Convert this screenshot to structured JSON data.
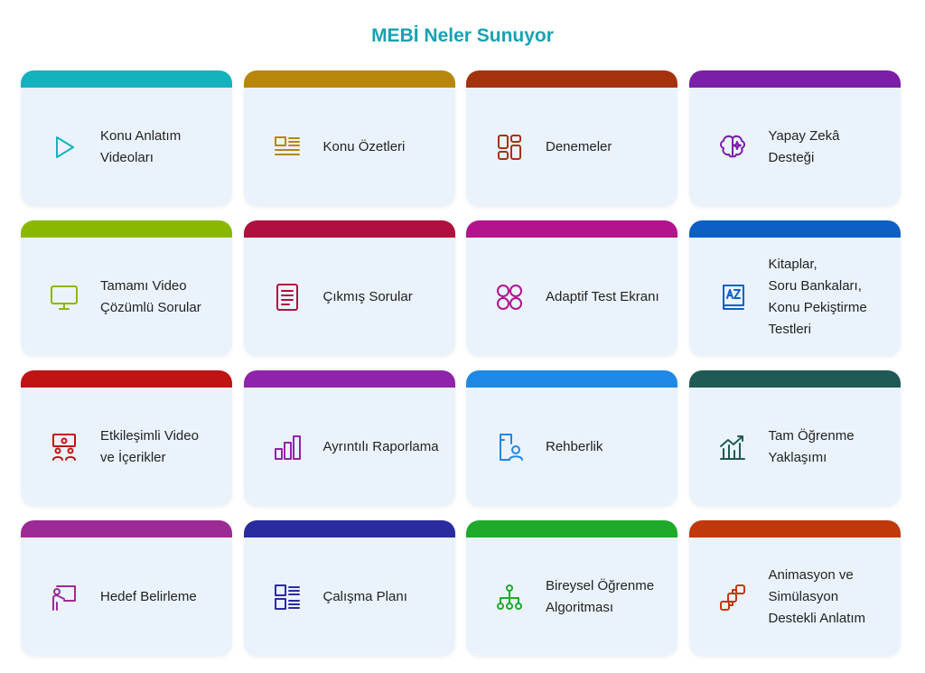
{
  "title": "MEBİ Neler Sunuyor",
  "cards": [
    {
      "label": "Konu Anlatım\nVideoları",
      "color": "#13b2bd",
      "icon": "play-icon"
    },
    {
      "label": "Konu Özetleri",
      "color": "#b8860b",
      "icon": "summary-icon"
    },
    {
      "label": "Denemeler",
      "color": "#a5320f",
      "icon": "dashboard-icon"
    },
    {
      "label": "Yapay Zekâ\nDesteği",
      "color": "#7a1fa6",
      "icon": "brain-icon"
    },
    {
      "label": "Tamamı Video\nÇözümlü Sorular",
      "color": "#8ab800",
      "icon": "monitor-icon"
    },
    {
      "label": "Çıkmış Sorular",
      "color": "#b0103f",
      "icon": "document-icon"
    },
    {
      "label": "Adaptif Test Ekranı",
      "color": "#b3138f",
      "icon": "circles-icon"
    },
    {
      "label": "Kitaplar,\nSoru Bankaları,\nKonu Pekiştirme\nTestleri",
      "color": "#0c60c4",
      "icon": "dictionary-icon"
    },
    {
      "label": "Etkileşimli Video\nve İçerikler",
      "color": "#c01414",
      "icon": "presentation-icon"
    },
    {
      "label": "Ayrıntılı Raporlama",
      "color": "#8e24aa",
      "icon": "bar-chart-icon"
    },
    {
      "label": "Rehberlik",
      "color": "#1e88e5",
      "icon": "guidance-icon"
    },
    {
      "label": "Tam Öğrenme\nYaklaşımı",
      "color": "#1f5a55",
      "icon": "growth-chart-icon"
    },
    {
      "label": "Hedef Belirleme",
      "color": "#9c2b96",
      "icon": "teacher-icon"
    },
    {
      "label": "Çalışma Planı",
      "color": "#2b2ba0",
      "icon": "list-icon"
    },
    {
      "label": "Bireysel Öğrenme\nAlgoritması",
      "color": "#1faa2a",
      "icon": "hierarchy-icon"
    },
    {
      "label": "Animasyon ve\nSimülasyon\nDestekli Anlatım",
      "color": "#c0390b",
      "icon": "flow-icon"
    }
  ]
}
